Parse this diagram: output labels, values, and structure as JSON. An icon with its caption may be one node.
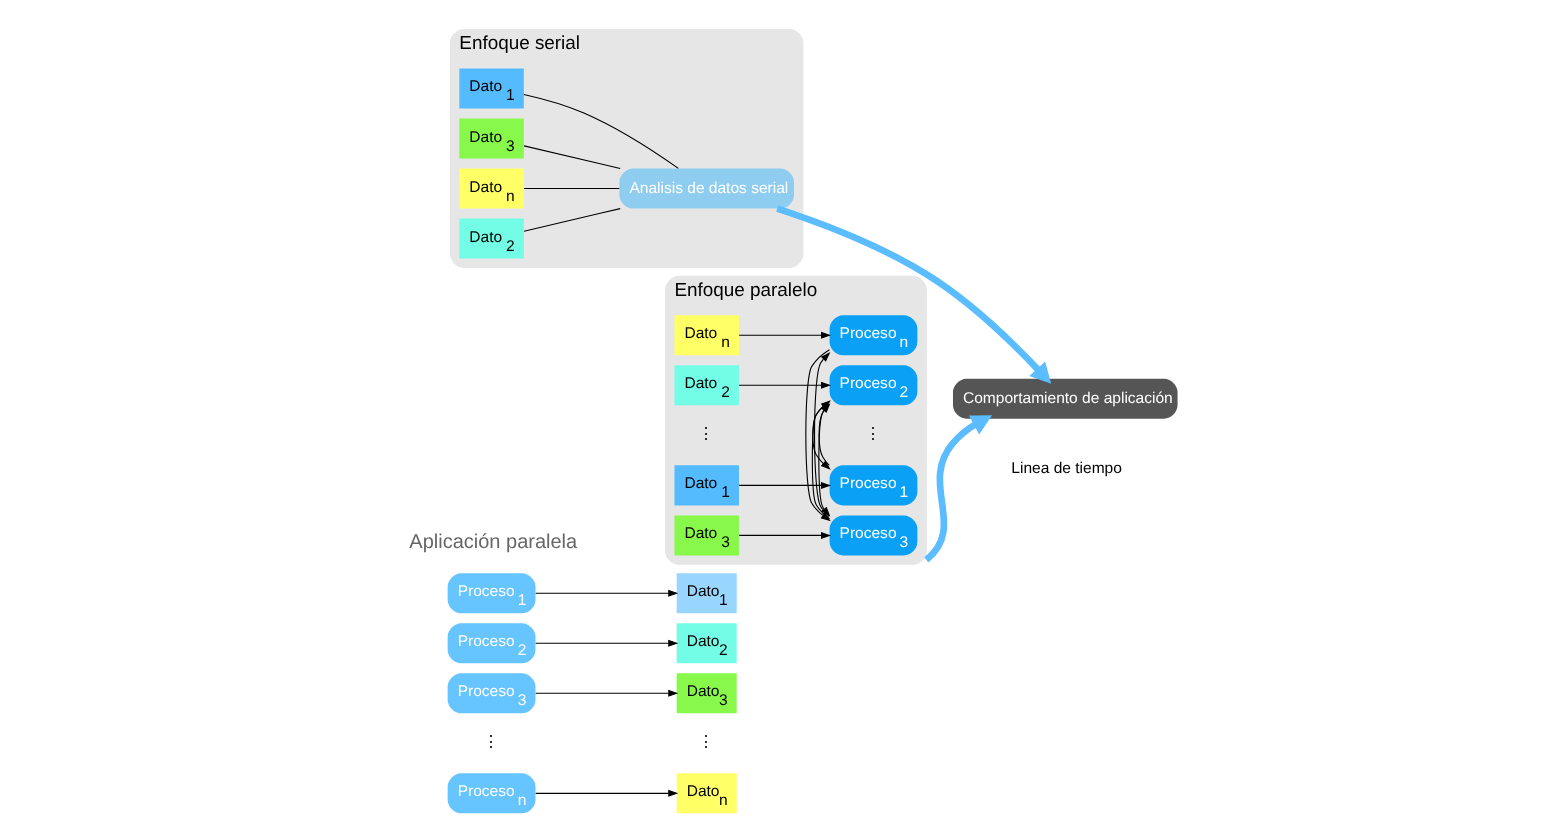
{
  "diagram": {
    "nodes": [
      {
        "text": [
          "Proceso $_{1}$"
        ]
      },
      {
        "text": [
          "Dato$_{1}$"
        ]
      },
      {
        "text": [
          "Proceso $_{2}$"
        ]
      },
      {
        "text": [
          "Dato$_{2}$"
        ]
      },
      {
        "text": [
          "Proceso $_{3}$"
        ]
      },
      {
        "text": [
          "Dato$_{3}$"
        ]
      },
      {
        "text": [
          "Proceso $_{n}$"
        ]
      },
      {
        "text": [
          "Dato$_{n}$"
        ]
      },
      {
        "text": [
          "Enfoque serial"
        ]
      },
      {
        "text": [
          "Dato $_{1}$"
        ],
        "in": 8
      },
      {
        "text": [
          "Dato $_{2}$"
        ],
        "in": 8
      },
      {
        "text": [
          "Dato $_{3}$"
        ],
        "in": 8
      },
      {
        "text": [
          "Dato $_{n}$"
        ],
        "in": 8
      },
      {
        "text": [
          "Analisis de datos serial"
        ],
        "in": 8
      },
      {
        "text": [
          "Enfoque paralelo"
        ]
      },
      {
        "text": [
          "Dato $_{1}$"
        ],
        "in": 14
      },
      {
        "text": [
          "Proceso $_{1}$"
        ],
        "in": 14
      },
      {
        "text": [
          "Dato $_{2}$"
        ],
        "in": 14
      },
      {
        "text": [
          "Proceso $_{2}$"
        ],
        "in": 14
      },
      {
        "text": [
          "Dato $_{3}$"
        ],
        "in": 14
      },
      {
        "text": [
          "Proceso $_{3}$"
        ],
        "in": 14
      },
      {
        "text": [
          "Dato $_{n}$"
        ],
        "in": 14
      },
      {
        "text": [
          "Proceso $_{n}$"
        ],
        "in": 14
      },
      {
        "text": [
          "Comportamiento de aplicación"
        ]
      }
    ],
    "edges": [
      {
        "from": 0,
        "to": 1,
        "arrow": "to"
      },
      {
        "from": 2,
        "to": 3,
        "arrow": "to"
      },
      {
        "from": 4,
        "to": 5,
        "arrow": "to"
      },
      {
        "from": 6,
        "to": 7,
        "arrow": "to"
      },
      {
        "from": 9,
        "to": 13,
        "arrow": "none"
      },
      {
        "from": 10,
        "to": 13,
        "arrow": "none"
      },
      {
        "from": 11,
        "to": 13,
        "arrow": "none"
      },
      {
        "from": 12,
        "to": 13,
        "arrow": "none"
      },
      {
        "from": 15,
        "to": 16,
        "arrow": "to"
      },
      {
        "from": 17,
        "to": 18,
        "arrow": "to"
      },
      {
        "from": 19,
        "to": 20,
        "arrow": "to"
      },
      {
        "from": 21,
        "to": 22,
        "arrow": "to"
      },
      {
        "from": 16,
        "to": 18,
        "arrow": "to"
      },
      {
        "from": 18,
        "to": 16,
        "arrow": "to"
      },
      {
        "from": 18,
        "to": 20,
        "arrow": "to"
      },
      {
        "from": 20,
        "to": 18,
        "arrow": "to"
      },
      {
        "from": 20,
        "to": 22,
        "arrow": "to"
      },
      {
        "from": 22,
        "to": 20,
        "arrow": "to"
      },
      {
        "from": 13,
        "to": 23,
        "arrow": "to",
        "style": "thick",
        "color": "#5bbcff"
      },
      {
        "from": 14,
        "to": 23,
        "arrow": "to",
        "style": "thick",
        "color": "#5bbcff"
      }
    ],
    "labels": [
      "Aplicación paralela",
      "⋮",
      "⋮",
      "⋮",
      "⋮",
      "Linea de tiempo"
    ]
  }
}
